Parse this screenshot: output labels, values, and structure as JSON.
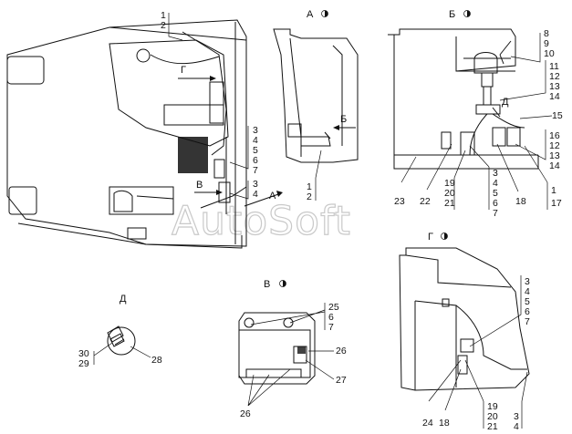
{
  "headers": {
    "A": "А",
    "B": "Б",
    "V": "В",
    "G": "Г",
    "D": "Д"
  },
  "arrows": {
    "G": "Г",
    "V": "В",
    "A": "А",
    "B": "Б",
    "D": "Д"
  },
  "watermark": "AutoSoft",
  "labels": {
    "main_1": "1",
    "main_2": "2",
    "main_3a": "3",
    "main_4a": "4",
    "main_5a": "5",
    "main_6a": "6",
    "main_7a": "7",
    "main_3b": "3",
    "main_4b": "4",
    "a_1": "1",
    "a_2": "2",
    "b_8": "8",
    "b_9": "9",
    "b_10": "10",
    "b_11": "11",
    "b_12a": "12",
    "b_13a": "13",
    "b_14a": "14",
    "b_15": "15",
    "b_16": "16",
    "b_12b": "12",
    "b_13b": "13",
    "b_14b": "14",
    "b_23": "23",
    "b_22": "22",
    "b_19": "19",
    "b_20": "20",
    "b_21": "21",
    "b_3": "3",
    "b_4": "4",
    "b_5": "5",
    "b_6": "6",
    "b_7": "7",
    "b_18": "18",
    "b_1": "1",
    "b_17": "17",
    "g_3": "3",
    "g_4": "4",
    "g_5": "5",
    "g_6": "6",
    "g_7": "7",
    "g_24": "24",
    "g_18": "18",
    "g_19": "19",
    "g_20": "20",
    "g_21": "21",
    "g_3b": "3",
    "g_4b": "4",
    "v_25": "25",
    "v_6": "6",
    "v_7": "7",
    "v_26a": "26",
    "v_27": "27",
    "v_26b": "26",
    "d_30": "30",
    "d_29": "29",
    "d_28": "28"
  }
}
